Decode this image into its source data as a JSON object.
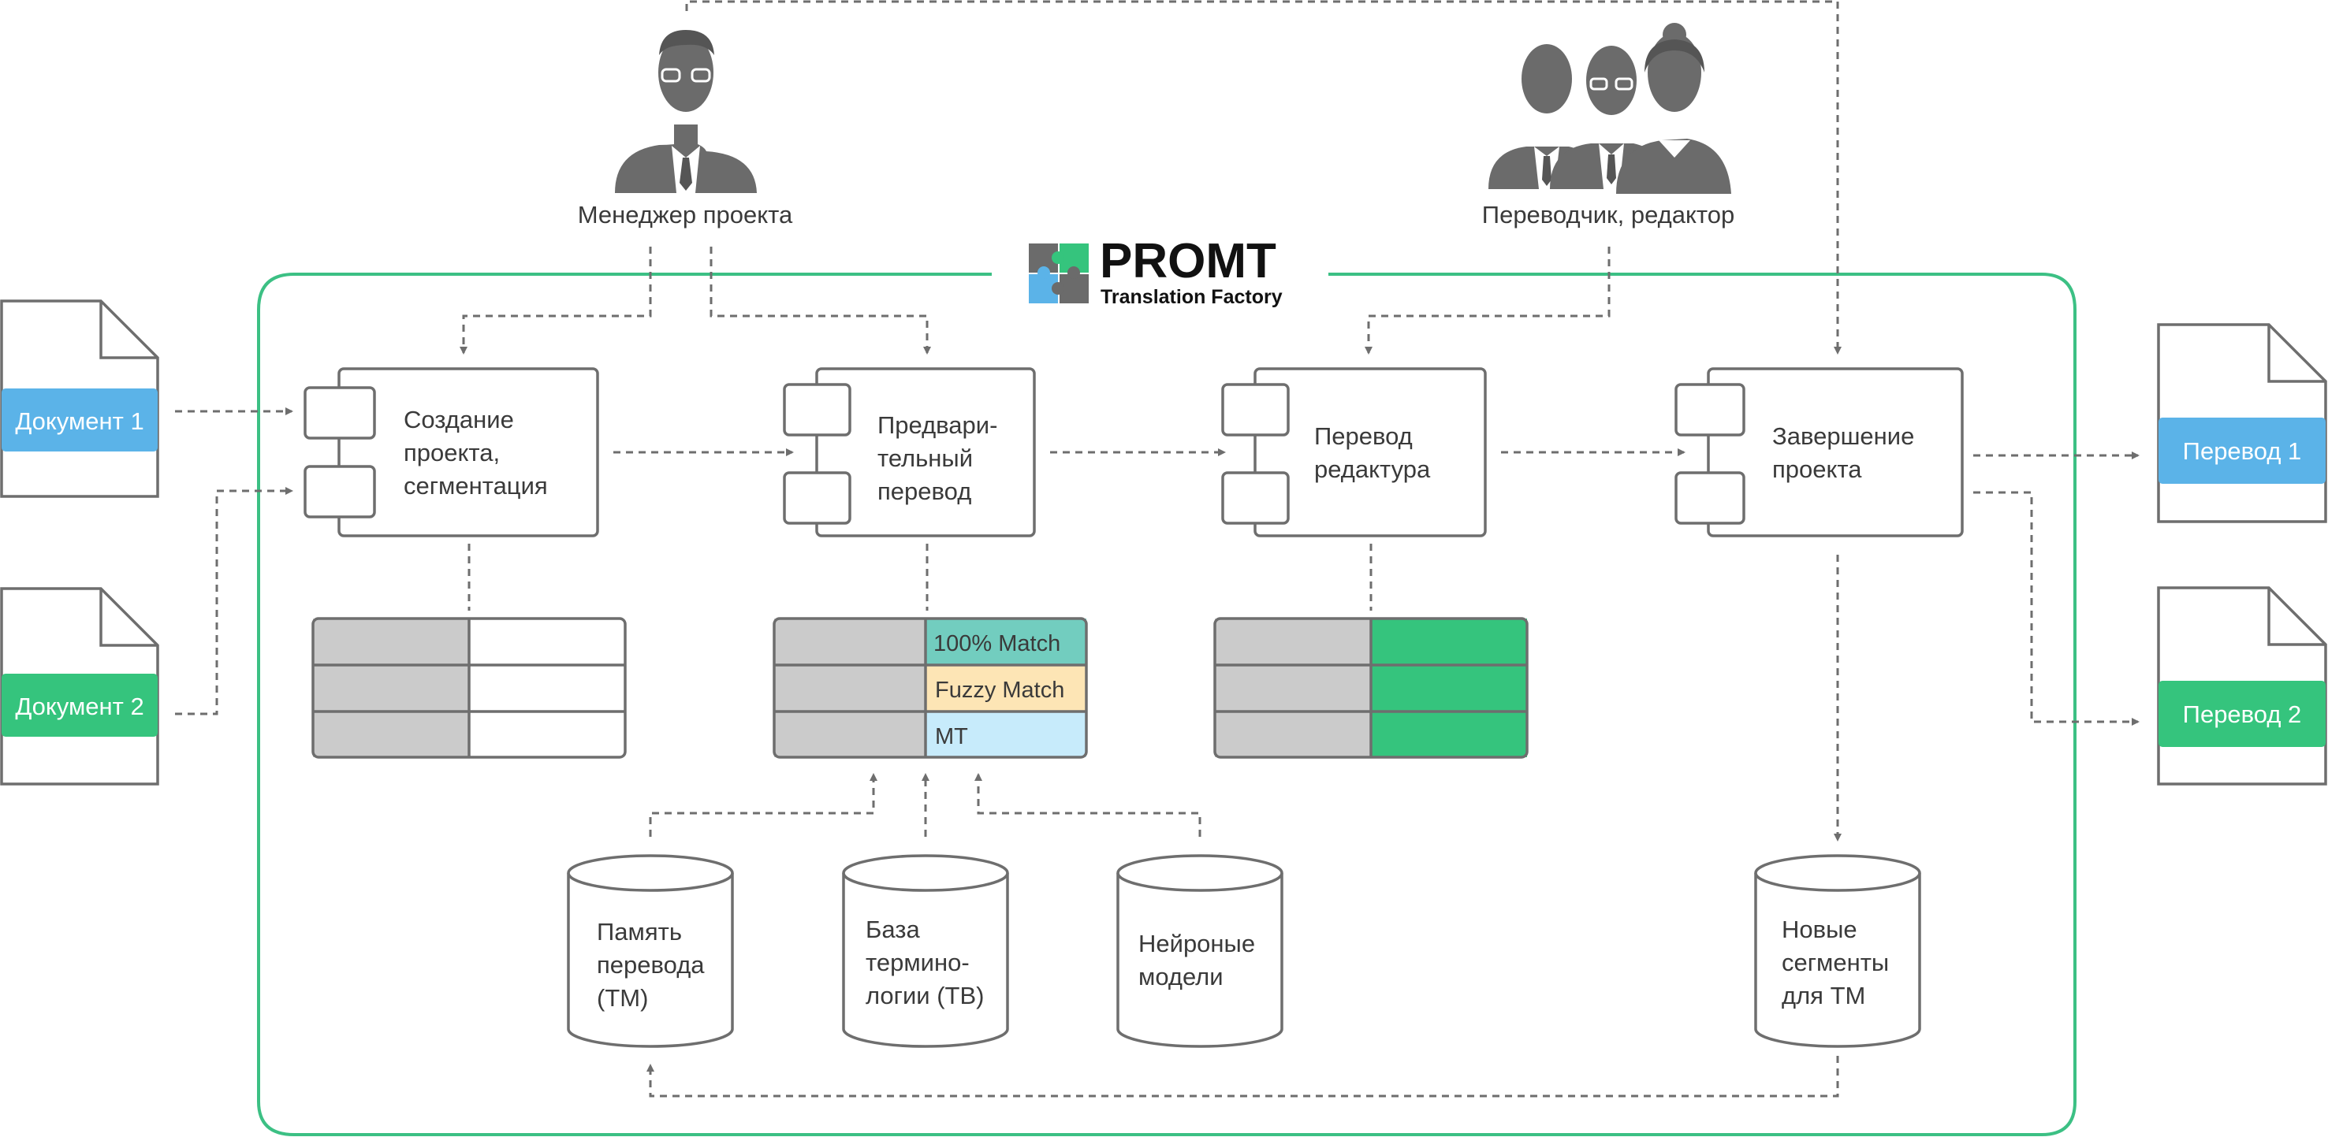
{
  "logo": {
    "brand": "PROMT",
    "subtitle": "Translation Factory"
  },
  "roles": {
    "manager": "Менеджер проекта",
    "translator": "Переводчик, редактор"
  },
  "documents": {
    "in1": "Документ 1",
    "in2": "Документ 2",
    "out1": "Перевод 1",
    "out2": "Перевод 2"
  },
  "steps": {
    "s1": [
      "Создание",
      "проекта,",
      "сегментация"
    ],
    "s2": [
      "Предвари-",
      "тельный",
      "перевод"
    ],
    "s3": [
      "Перевод",
      "редактура"
    ],
    "s4": [
      "Завершение",
      "проекта"
    ]
  },
  "match_table": {
    "r1": "100% Match",
    "r2": "Fuzzy Match",
    "r3": "MT"
  },
  "databases": {
    "db1": [
      "Память",
      "перевода",
      "(TM)"
    ],
    "db2": [
      "База",
      "термино-",
      "логии (TB)"
    ],
    "db3": [
      "Нейроные",
      "модели"
    ],
    "db4": [
      "Новые",
      "сегменты",
      "для TM"
    ]
  },
  "colors": {
    "frame": "#3cc084",
    "blue": "#5bb3e8",
    "green": "#35c47d",
    "exact": "#72cdbf",
    "fuzzy": "#fde5b5",
    "mt": "#c7ebfb",
    "line": "#6e6e6e"
  }
}
